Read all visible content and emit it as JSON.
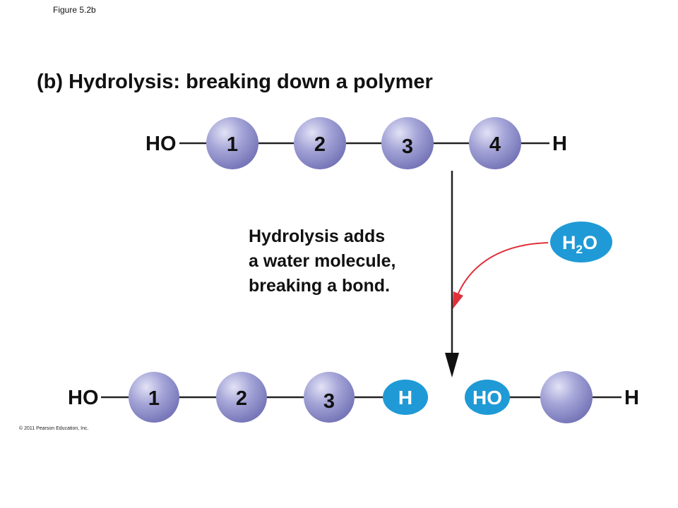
{
  "figure_label": "Figure 5.2b",
  "title": "(b) Hydrolysis: breaking down a polymer",
  "caption": [
    "Hydrolysis adds",
    "a water molecule,",
    "breaking a bond."
  ],
  "copyright": "© 2011 Pearson Education, Inc.",
  "polymer": {
    "left_end": "HO",
    "right_end": "H",
    "monomers": [
      "1",
      "2",
      "3",
      "4"
    ]
  },
  "products": {
    "fragment_left": {
      "left_end": "HO",
      "monomers": [
        "1",
        "2",
        "3"
      ],
      "right_end": "H"
    },
    "fragment_right": {
      "left_end": "HO",
      "monomers": [
        ""
      ],
      "right_end": "H"
    }
  },
  "water": {
    "symbol": "H",
    "subscript": "2",
    "symbol2": "O"
  },
  "colors": {
    "monomer": "#8e8ec9",
    "monomer_highlight": "#d8d8f2",
    "cap_blue": "#1f9ad6",
    "arrow_red": "#e0303a",
    "bond": "#222222"
  }
}
